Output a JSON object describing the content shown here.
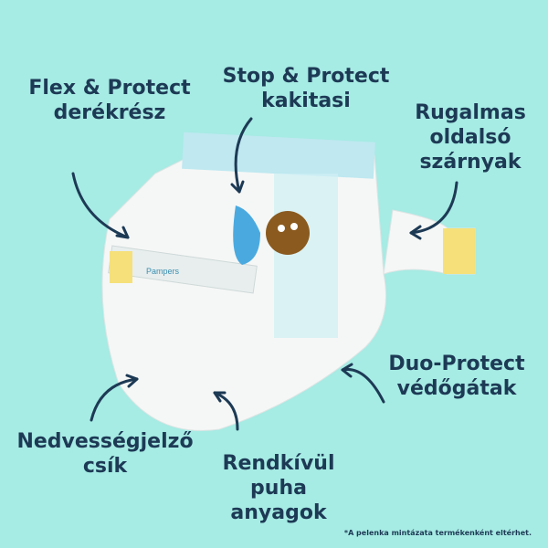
{
  "labels": {
    "flex_protect": [
      "Flex & Protect",
      "derékrész"
    ],
    "stop_protect": [
      "Stop & Protect",
      "kakitasi"
    ],
    "rugalmas": [
      "Rugalmas",
      "oldalsó",
      "szárnyak"
    ],
    "duo_protect": [
      "Duo-Protect",
      "védőgátak"
    ],
    "nedvesseg": [
      "Nedvességjelző",
      "csík"
    ],
    "rendkivul": [
      "Rendkívül",
      "puha",
      "anyagok"
    ]
  },
  "disclaimer": "*A pelenka mintázata termékenként eltérhet.",
  "brand_logo": "Pampers",
  "colors": {
    "background": "#a6ebe4",
    "text": "#1d3a55",
    "accent_yellow": "#f5e07a",
    "accent_blue": "#7fd3e6"
  }
}
